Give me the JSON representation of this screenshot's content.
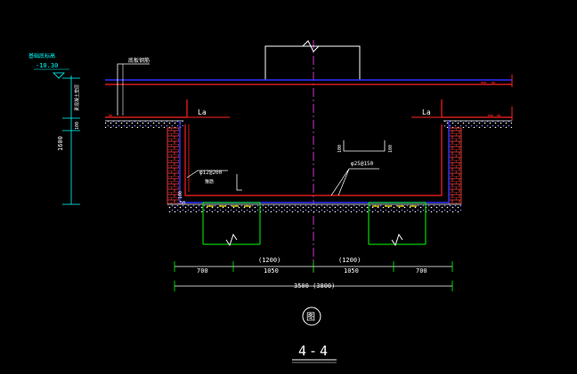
{
  "drawing": {
    "elevation_label": "基础底标高",
    "elevation_value": "-10.30",
    "layer_label_top": "底板钢筋",
    "layer_label_left": "素混凝土垫层",
    "height_1600": "1600",
    "dim_100": "100",
    "dim_50": "50",
    "la_left": "La",
    "la_right": "La",
    "bar_left": "φ12@200",
    "bar_left_sub": "箍筋",
    "bar_right": "φ25@150",
    "bar_right_dim_a": "100",
    "bar_right_dim_b": "100",
    "dims_top": [
      "(1200)",
      "(1200)"
    ],
    "dims_bottom": [
      "700",
      "1050",
      "1050",
      "700"
    ],
    "total_dim": "3500 (3800)",
    "section_mark": "图",
    "section_title": "4-4"
  },
  "colors": {
    "background": "#000000",
    "cyan": "#00ffff",
    "red": "#ff2020",
    "blue": "#3030ff",
    "green": "#00ff00",
    "yellow": "#ffff00",
    "white": "#ffffff",
    "magenta": "#ff40ff",
    "brick": "#ff4040"
  }
}
